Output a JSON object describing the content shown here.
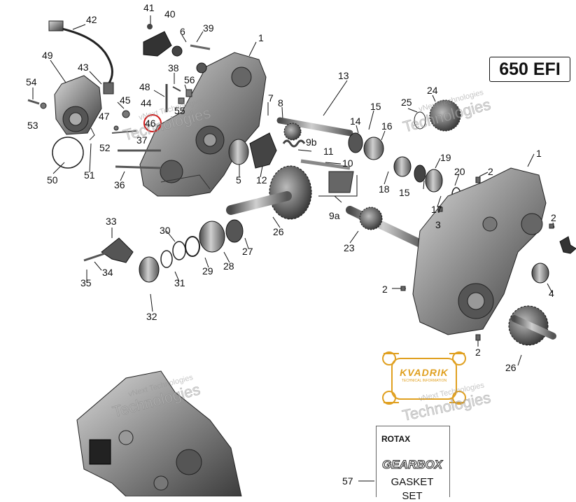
{
  "model_label": "650 EFI",
  "watermark": {
    "line1": "vNext Technologies",
    "line2": "Technologies"
  },
  "kvadrik": {
    "name": "KVADRIK",
    "sub": "TECHNICAL INFORMATION"
  },
  "gasket_card": {
    "brand": "ROTAX",
    "title": "GEARBOX",
    "line2": "GASKET",
    "line3": "SET"
  },
  "highlight_color": "#d11a1a",
  "accent_colors": {
    "kvadrik": "#e0a020",
    "part_dark": "#3a3a3a",
    "part_light": "#bdbdbd"
  },
  "part_numbers": [
    "1",
    "2",
    "4",
    "5",
    "6",
    "7",
    "8",
    "9b",
    "10",
    "11",
    "12",
    "13",
    "14",
    "15",
    "16",
    "17",
    "18",
    "19",
    "20",
    "23",
    "24",
    "25",
    "26",
    "27",
    "28",
    "29",
    "30",
    "31",
    "32",
    "33",
    "34",
    "35",
    "36",
    "37",
    "38",
    "39",
    "40",
    "41",
    "42",
    "43",
    "44",
    "45",
    "46",
    "47",
    "48",
    "49",
    "50",
    "51",
    "52",
    "53",
    "54",
    "55",
    "56",
    "57",
    "3",
    "9a"
  ],
  "labels": [
    {
      "id": "l42",
      "text": "42"
    },
    {
      "id": "l41",
      "text": "41"
    },
    {
      "id": "l40",
      "text": "40"
    },
    {
      "id": "l6",
      "text": "6"
    },
    {
      "id": "l39",
      "text": "39"
    },
    {
      "id": "l1a",
      "text": "1"
    },
    {
      "id": "l49",
      "text": "49"
    },
    {
      "id": "l43",
      "text": "43"
    },
    {
      "id": "l38",
      "text": "38"
    },
    {
      "id": "l56",
      "text": "56"
    },
    {
      "id": "l54",
      "text": "54"
    },
    {
      "id": "l48",
      "text": "48"
    },
    {
      "id": "l45",
      "text": "45"
    },
    {
      "id": "l44",
      "text": "44"
    },
    {
      "id": "l55",
      "text": "55"
    },
    {
      "id": "l46",
      "text": "46"
    },
    {
      "id": "l53",
      "text": "53"
    },
    {
      "id": "l47",
      "text": "47"
    },
    {
      "id": "l52",
      "text": "52"
    },
    {
      "id": "l37",
      "text": "37"
    },
    {
      "id": "l13",
      "text": "13"
    },
    {
      "id": "l7",
      "text": "7"
    },
    {
      "id": "l8",
      "text": "8"
    },
    {
      "id": "l14",
      "text": "14"
    },
    {
      "id": "l15a",
      "text": "15"
    },
    {
      "id": "l25",
      "text": "25"
    },
    {
      "id": "l24",
      "text": "24"
    },
    {
      "id": "l16",
      "text": "16"
    },
    {
      "id": "l9b",
      "text": "9b"
    },
    {
      "id": "l11",
      "text": "11"
    },
    {
      "id": "l10",
      "text": "10"
    },
    {
      "id": "l1b",
      "text": "1"
    },
    {
      "id": "l19",
      "text": "19"
    },
    {
      "id": "l50",
      "text": "50"
    },
    {
      "id": "l51",
      "text": "51"
    },
    {
      "id": "l36",
      "text": "36"
    },
    {
      "id": "l5",
      "text": "5"
    },
    {
      "id": "l12",
      "text": "12"
    },
    {
      "id": "l18",
      "text": "18"
    },
    {
      "id": "l15b",
      "text": "15"
    },
    {
      "id": "l2a",
      "text": "2"
    },
    {
      "id": "l20",
      "text": "20"
    },
    {
      "id": "l17",
      "text": "17"
    },
    {
      "id": "l9a",
      "text": "9a"
    },
    {
      "id": "l3",
      "text": "3"
    },
    {
      "id": "l33",
      "text": "33"
    },
    {
      "id": "l30",
      "text": "30"
    },
    {
      "id": "l26a",
      "text": "26"
    },
    {
      "id": "l27",
      "text": "27"
    },
    {
      "id": "l23",
      "text": "23"
    },
    {
      "id": "l2b",
      "text": "2"
    },
    {
      "id": "l34",
      "text": "34"
    },
    {
      "id": "l28",
      "text": "28"
    },
    {
      "id": "l29",
      "text": "29"
    },
    {
      "id": "l35",
      "text": "35"
    },
    {
      "id": "l31",
      "text": "31"
    },
    {
      "id": "l2c",
      "text": "2"
    },
    {
      "id": "l4",
      "text": "4"
    },
    {
      "id": "l32",
      "text": "32"
    },
    {
      "id": "l2d",
      "text": "2"
    },
    {
      "id": "l26b",
      "text": "26"
    },
    {
      "id": "l57",
      "text": "57"
    }
  ]
}
